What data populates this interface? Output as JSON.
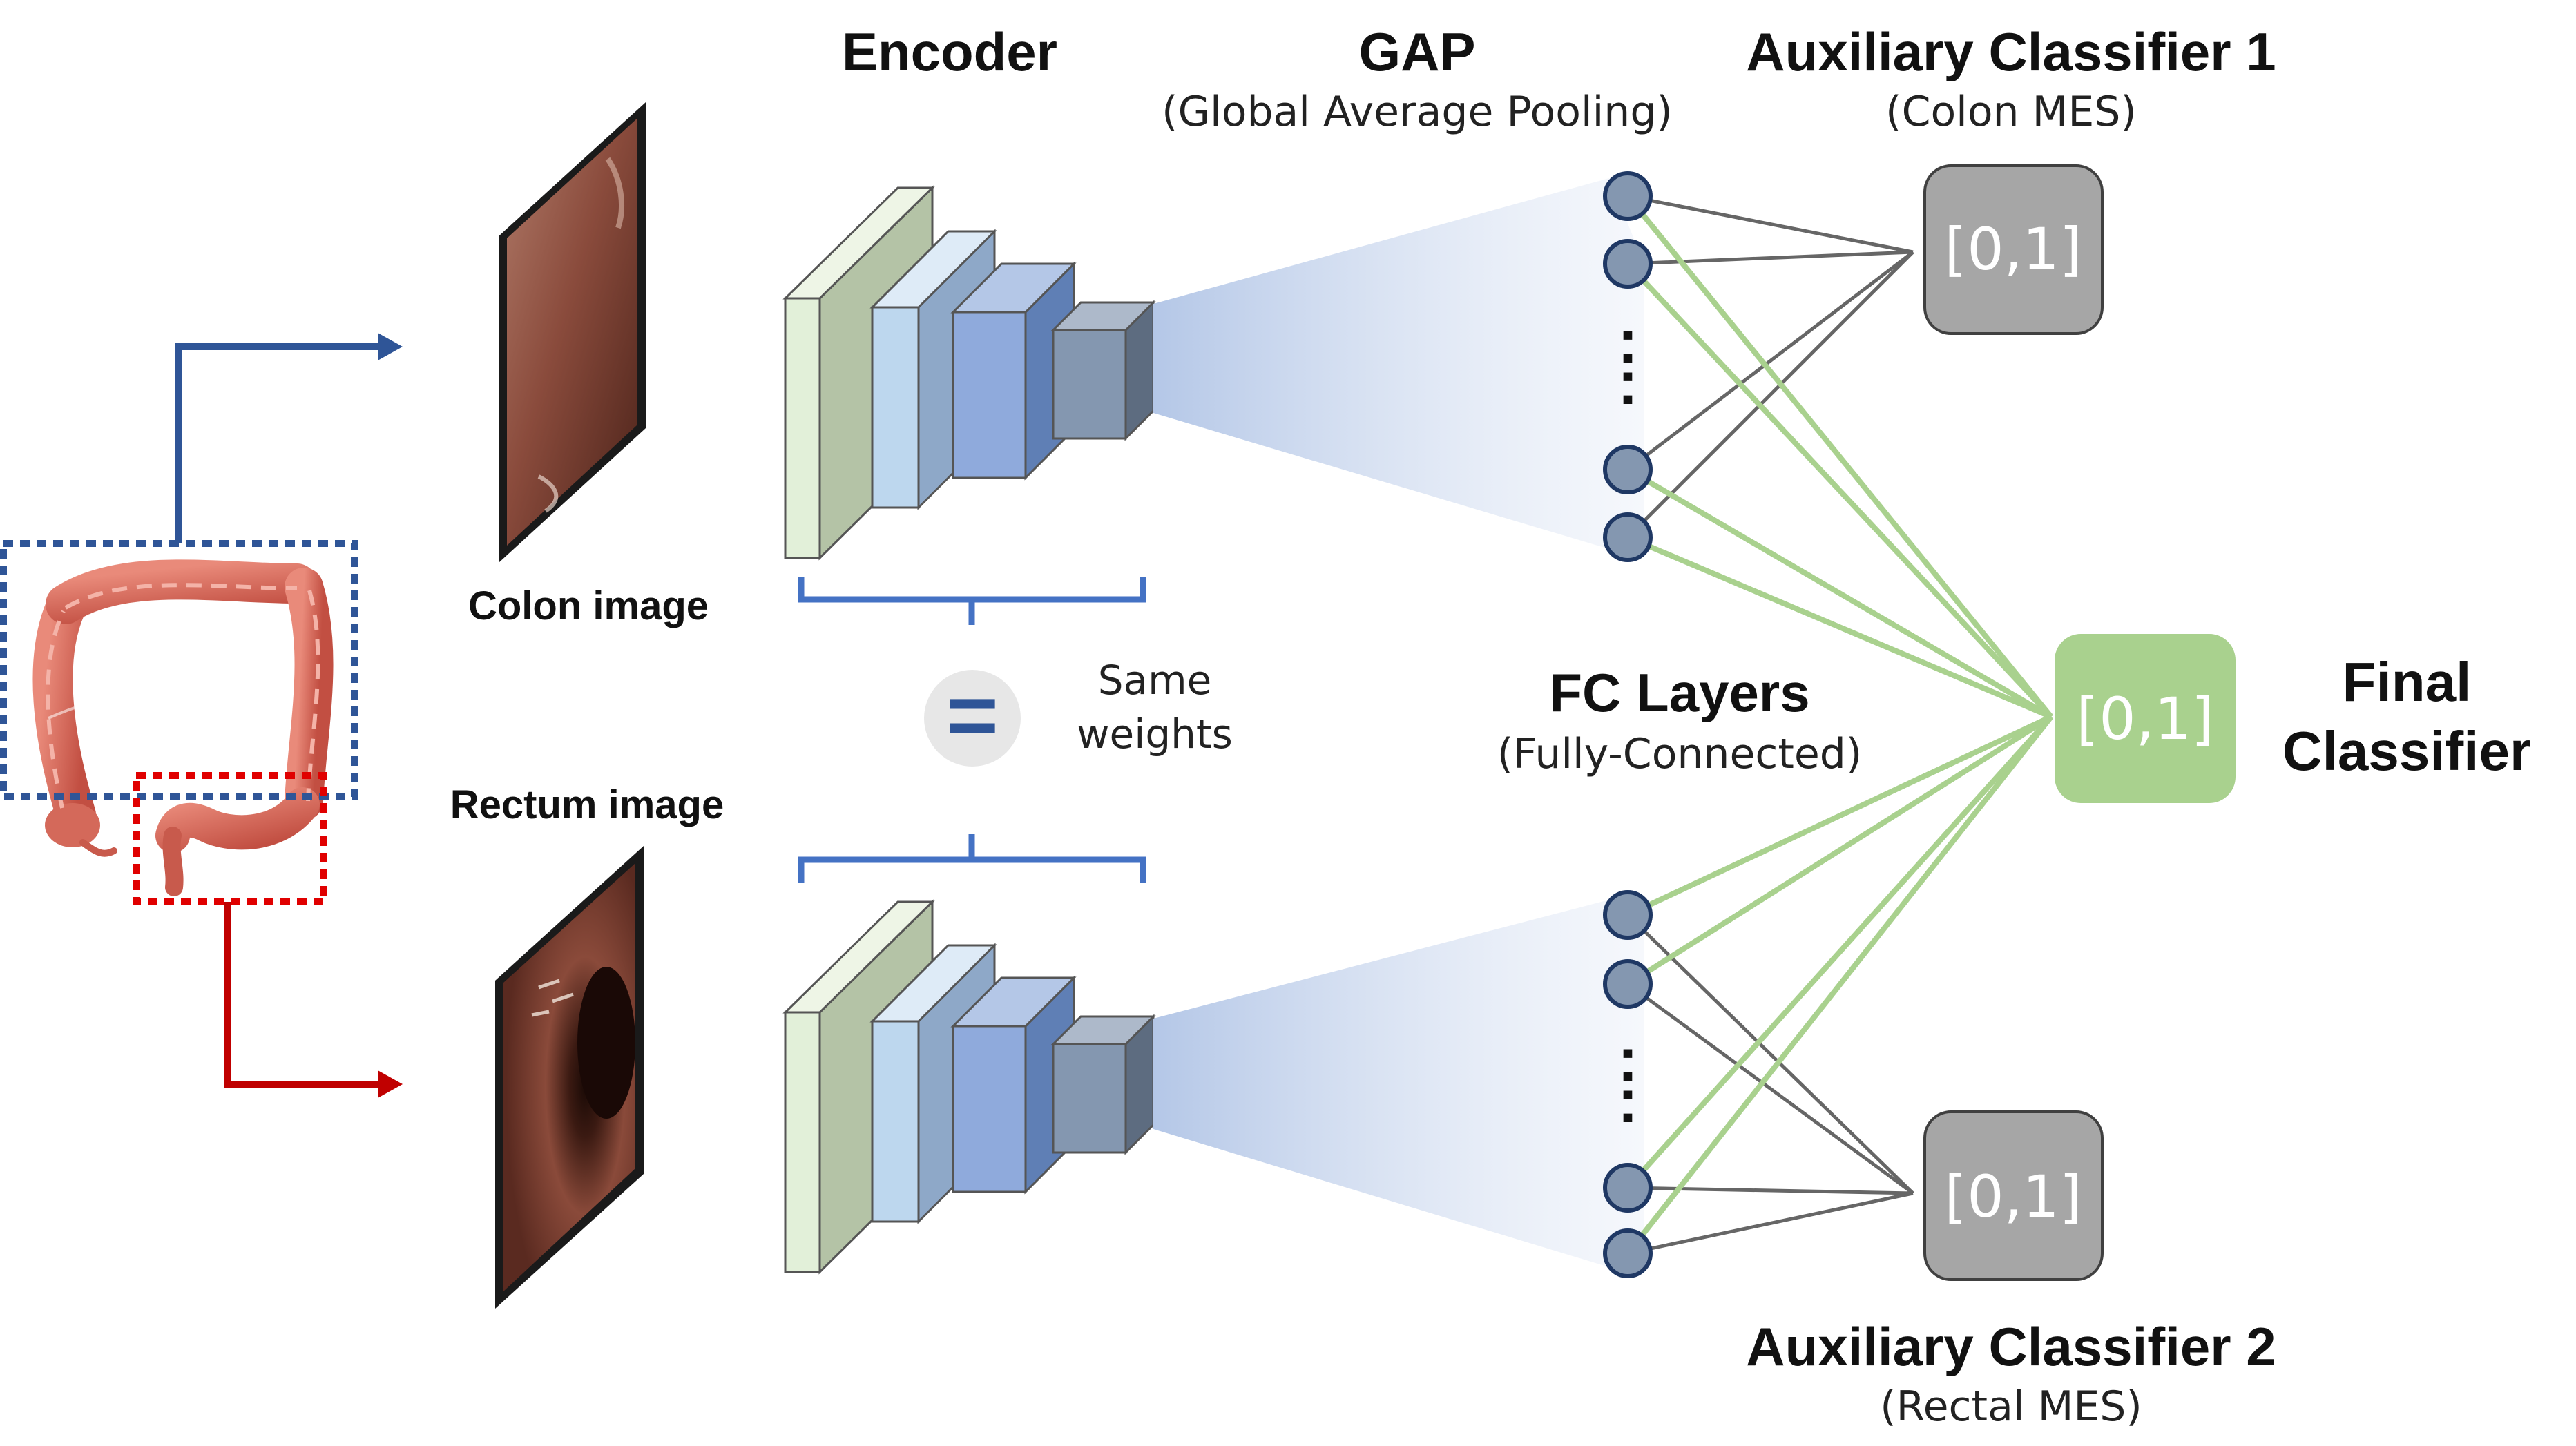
{
  "titles": {
    "encoder": "Encoder",
    "gap": "GAP",
    "gap_sub": "(Global Average Pooling)",
    "aux1": "Auxiliary Classifier 1",
    "aux1_sub": "(Colon MES)",
    "aux2": "Auxiliary Classifier 2",
    "aux2_sub": "(Rectal MES)",
    "fc": "FC Layers",
    "fc_sub": "(Fully-Connected)",
    "final_line1": "Final",
    "final_line2": "Classifier"
  },
  "inputs": {
    "colon_label": "Colon image",
    "rectum_label": "Rectum image"
  },
  "shared": {
    "equal_symbol": "=",
    "line1": "Same",
    "line2": "weights"
  },
  "outputs": {
    "aux1_value": "[0,1]",
    "aux2_value": "[0,1]",
    "final_value": "[0,1]"
  },
  "ellipsis": ":",
  "colors": {
    "colon_arrow": "#2f5597",
    "rectum_arrow": "#c00000",
    "encoder_bracket": "#4472c4",
    "node_fill": "#8497b0",
    "aux_box": "#a6a6a6",
    "final_box": "#a9d18e",
    "aux_link": "#666666",
    "final_link": "#a9d18e"
  }
}
